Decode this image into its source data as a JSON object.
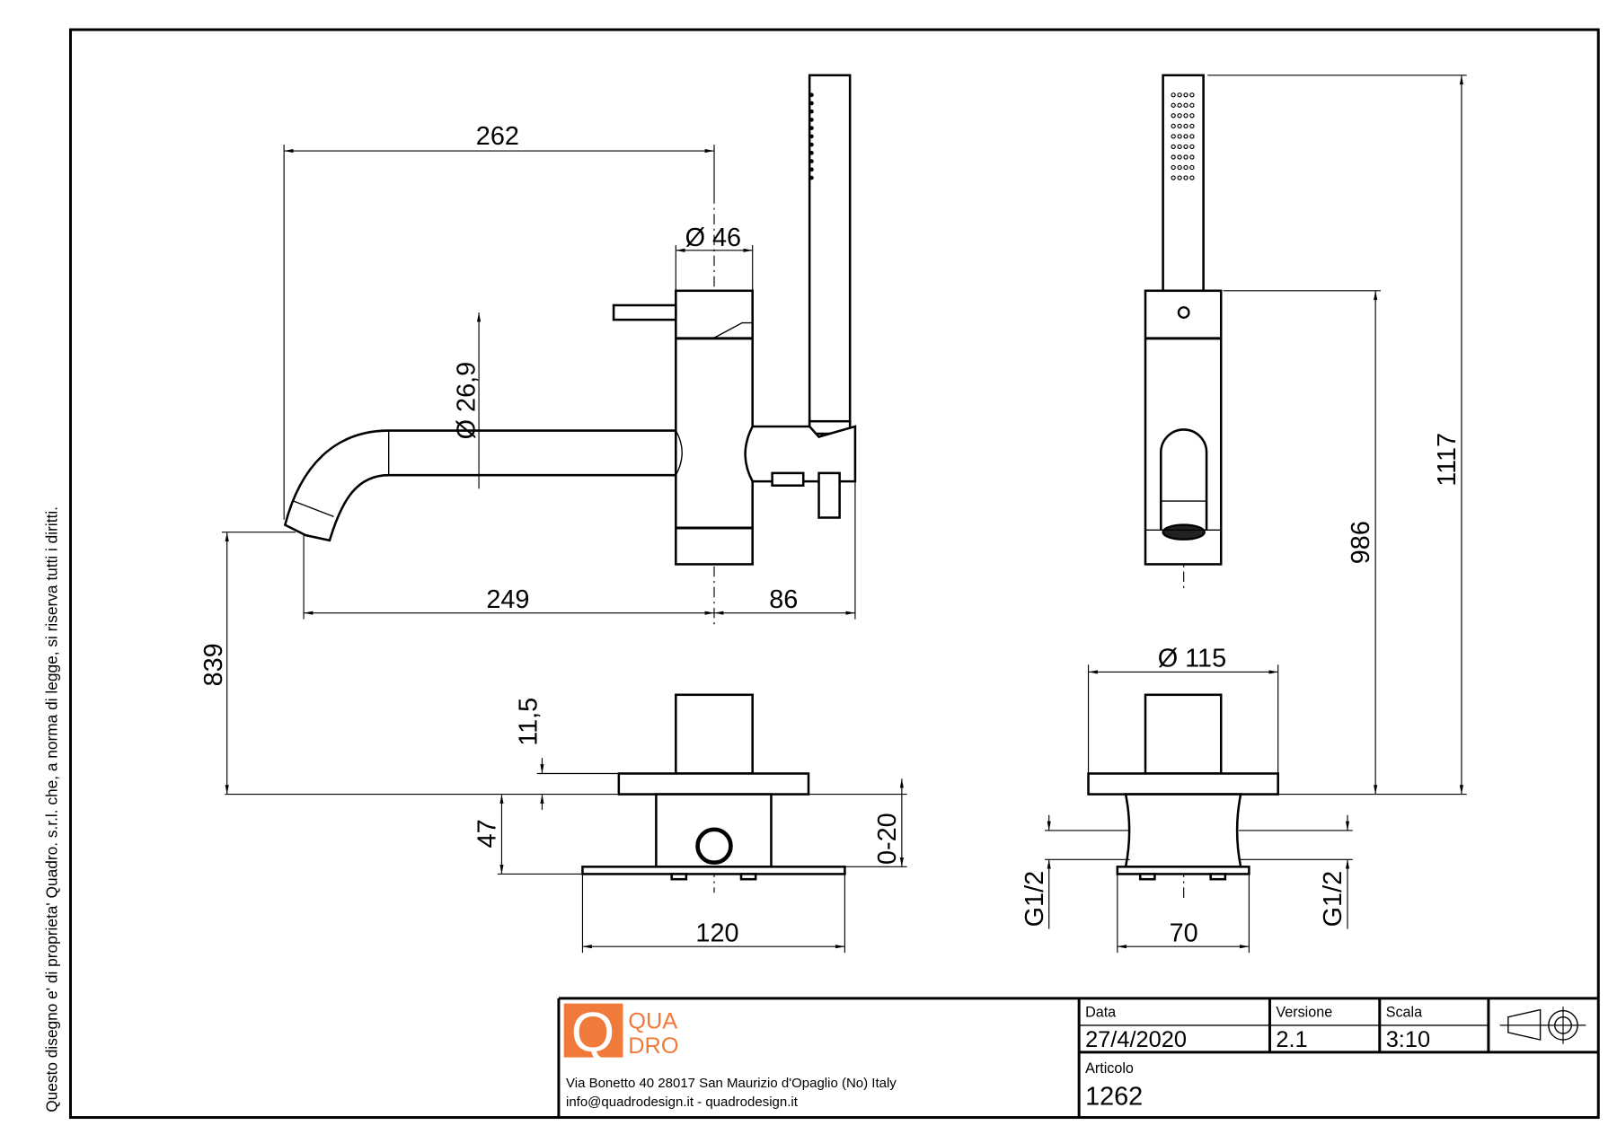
{
  "side_notice": "Questo disegno e' di proprieta' Quadro. s.r.l. che, a norma di legge, si riserva tutti i diritti.",
  "dimensions": {
    "d262": "262",
    "d46": "Ø 46",
    "d26_9": "Ø 26,9",
    "d249": "249",
    "d86": "86",
    "d839": "839",
    "d11_5": "11,5",
    "d47": "47",
    "d0_20": "0-20",
    "d120": "120",
    "d115": "Ø 115",
    "d70": "70",
    "g_left": "G1/2",
    "g_right": "G1/2",
    "d986": "986",
    "d1117": "1117"
  },
  "title_block": {
    "logo": {
      "line1": "QUA",
      "line2": "DRO",
      "letter": "Q",
      "color": "#f07a3a"
    },
    "address": "Via Bonetto 40  28017 San Maurizio d'Opaglio (No) Italy",
    "contact": "info@quadrodesign.it  -  quadrodesign.it",
    "data_label": "Data",
    "data_value": "27/4/2020",
    "versione_label": "Versione",
    "versione_value": "2.1",
    "scala_label": "Scala",
    "scala_value": "3:10",
    "articolo_label": "Articolo",
    "articolo_value": "1262"
  }
}
